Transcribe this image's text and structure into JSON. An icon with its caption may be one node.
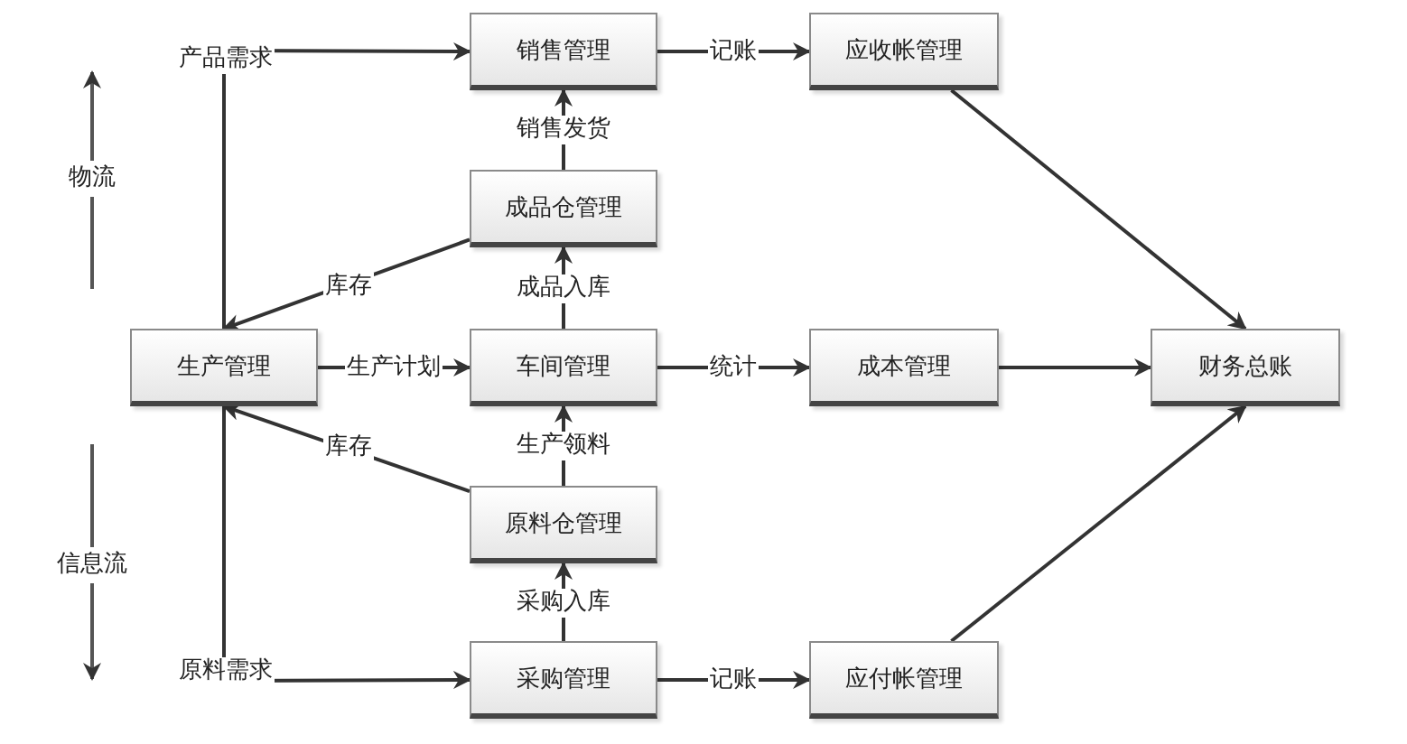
{
  "diagram": {
    "nodes": [
      {
        "text": [
          "生产管理"
        ]
      },
      {
        "text": [
          "销售管理"
        ]
      },
      {
        "text": [
          "成品仓管理"
        ]
      },
      {
        "text": [
          "车间管理"
        ]
      },
      {
        "text": [
          "原料仓管理"
        ]
      },
      {
        "text": [
          "采购管理"
        ]
      },
      {
        "text": [
          "应收帐管理"
        ]
      },
      {
        "text": [
          "成本管理"
        ]
      },
      {
        "text": [
          "应付帐管理"
        ]
      },
      {
        "text": [
          "财务总账"
        ]
      }
    ],
    "edges": [
      {
        "from": 0,
        "to": 3,
        "arrow": "to",
        "label": "生产计划"
      },
      {
        "from": 3,
        "to": 2,
        "arrow": "to",
        "label": "成品入库"
      },
      {
        "from": 2,
        "to": 1,
        "arrow": "to",
        "label": "销售发货"
      },
      {
        "from": 5,
        "to": 4,
        "arrow": "to",
        "label": "采购入库"
      },
      {
        "from": 4,
        "to": 3,
        "arrow": "to",
        "label": "生产领料"
      },
      {
        "from": 2,
        "to": 0,
        "arrow": "to",
        "label": "库存"
      },
      {
        "from": 4,
        "to": 0,
        "arrow": "to",
        "label": "库存"
      },
      {
        "from": 0,
        "to": 1,
        "arrow": "to",
        "label": "产品需求"
      },
      {
        "from": 0,
        "to": 5,
        "arrow": "to",
        "label": "原料需求"
      },
      {
        "from": 1,
        "to": 6,
        "arrow": "to",
        "label": "记账"
      },
      {
        "from": 3,
        "to": 7,
        "arrow": "to",
        "label": "统计"
      },
      {
        "from": 5,
        "to": 8,
        "arrow": "to",
        "label": "记账"
      },
      {
        "from": 6,
        "to": 9,
        "arrow": "to"
      },
      {
        "from": 7,
        "to": 9,
        "arrow": "to"
      },
      {
        "from": 8,
        "to": 9,
        "arrow": "to"
      }
    ],
    "labels": [
      "物流",
      "信息流"
    ]
  }
}
